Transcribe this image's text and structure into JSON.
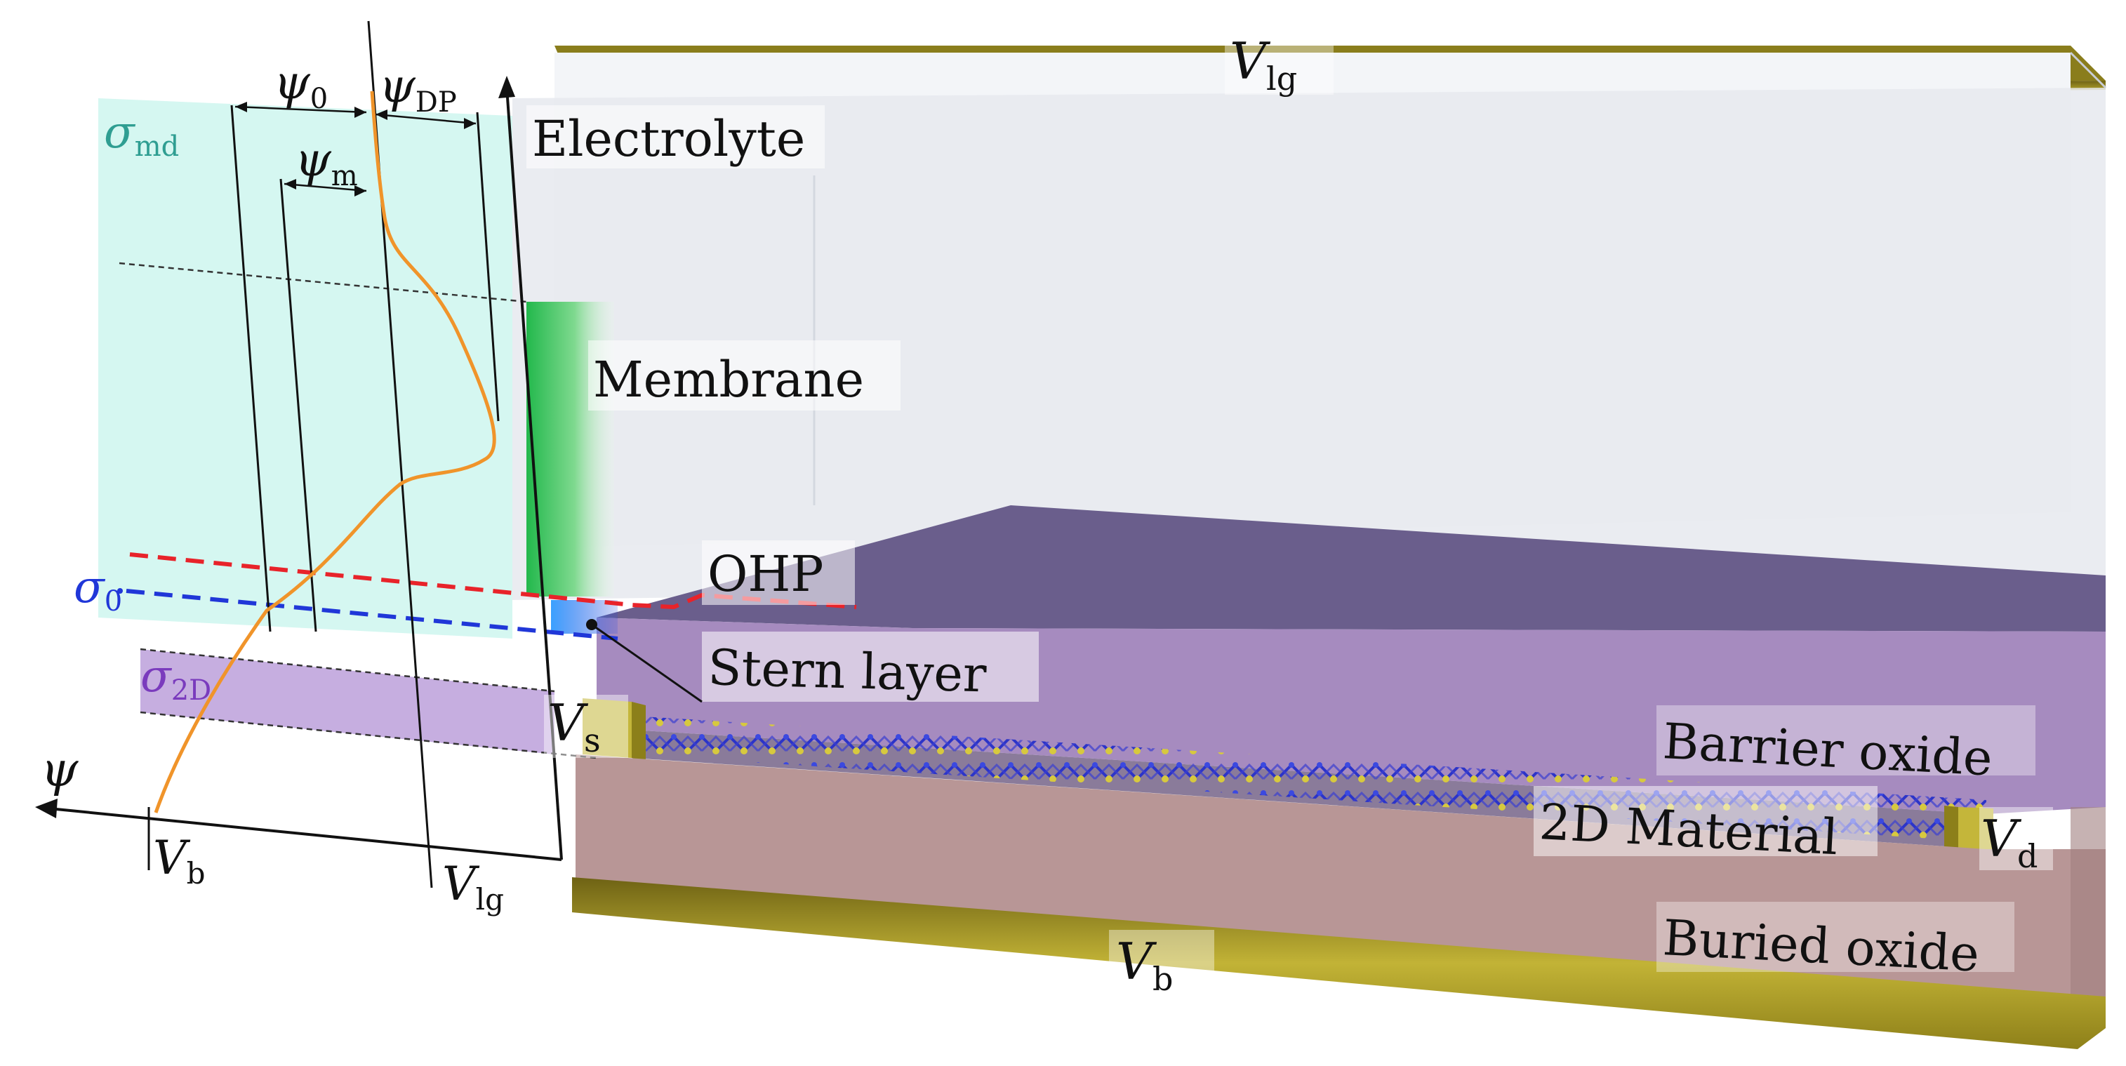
{
  "labels": {
    "electrolyte": "Electrolyte",
    "membrane": "Membrane",
    "ohp": "OHP",
    "stern": "Stern layer",
    "barrier": "Barrier oxide",
    "material": "2D Material",
    "buried": "Buried oxide"
  },
  "electrodes": {
    "lg_sym": "V",
    "lg_sub": "lg",
    "s_sym": "V",
    "s_sub": "s",
    "d_sym": "V",
    "d_sub": "d",
    "b_sym": "V",
    "b_sub": "b"
  },
  "profile": {
    "axis_sym": "ψ",
    "psi0_sym": "ψ",
    "psi0_sub": "0",
    "psidp_sym": "ψ",
    "psidp_sub": "DP",
    "psim_sym": "ψ",
    "psim_sub": "m",
    "sigma_md_sym": "σ",
    "sigma_md_sub": "md",
    "sigma0_sym": "σ",
    "sigma0_sub": "0",
    "sigma2d_sym": "σ",
    "sigma2d_sub": "2D",
    "vb_sym": "V",
    "vb_sub": "b",
    "vlg_sym": "V",
    "vlg_sub": "lg"
  },
  "colors": {
    "gold": "#a89a24",
    "gold_light": "#ddd27a",
    "electrolyte": "#e9ecf1",
    "barrier_top": "#6b5f8e",
    "barrier_front": "#a78cbf",
    "buried": "#b99696",
    "cyan": "#d7f7f1",
    "lavender": "#c7afe0",
    "orange": "#f0942a",
    "ohp_red": "#e8232a",
    "stern_blue": "#1f3fd6",
    "teal_text": "#2f9e92",
    "purple_text": "#7a3bbd"
  }
}
